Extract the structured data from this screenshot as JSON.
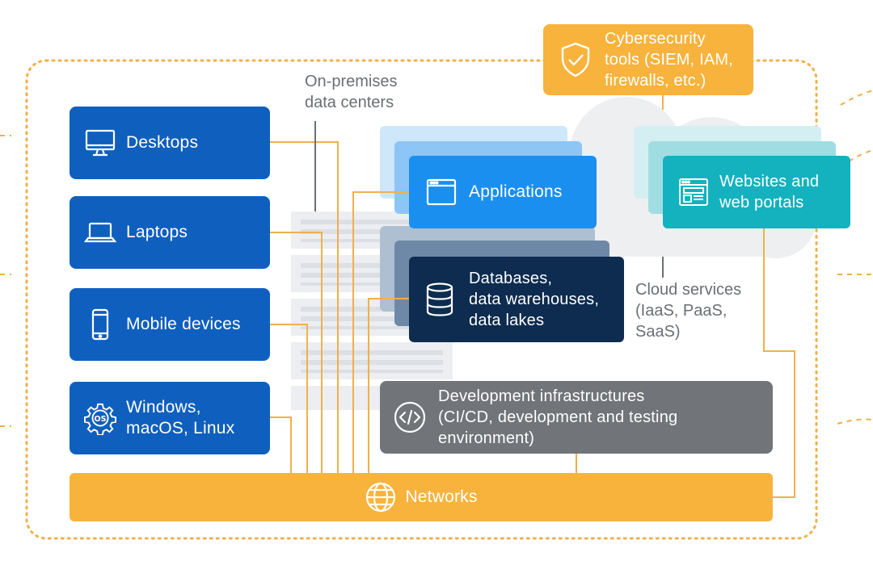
{
  "labels": {
    "on_premises": [
      "On-premises",
      "data centers"
    ],
    "cloud_services": [
      "Cloud services",
      "(IaaS, PaaS,",
      "SaaS)"
    ]
  },
  "devices": [
    {
      "id": "desktops",
      "label": "Desktops",
      "icon": "monitor-icon"
    },
    {
      "id": "laptops",
      "label": "Laptops",
      "icon": "laptop-icon"
    },
    {
      "id": "mobile",
      "label": "Mobile devices",
      "icon": "smartphone-icon"
    },
    {
      "id": "os",
      "label": "Windows,\nmacOS, Linux",
      "icon": "os-gear-icon"
    }
  ],
  "security": {
    "label": "Cybersecurity\ntools (SIEM, IAM,\nfirewalls, etc.)",
    "icon": "shield-check-icon"
  },
  "applications": {
    "label": "Applications",
    "icon": "app-window-icon"
  },
  "websites": {
    "label": "Websites and\nweb portals",
    "icon": "web-portal-icon"
  },
  "databases": {
    "label": "Databases,\ndata warehouses,\ndata lakes",
    "icon": "database-icon"
  },
  "development": {
    "label": "Development infrastructures\n(CI/CD, development and testing\nenvironment)",
    "icon": "code-icon"
  },
  "networks": {
    "label": "Networks",
    "icon": "globe-icon"
  },
  "colors": {
    "device_blue": "#0f5fbe",
    "app_blue": "#1a8ff0",
    "web_teal": "#13b2be",
    "db_navy": "#0d2c4f",
    "dev_gray": "#717479",
    "accent_orange": "#f8b33c",
    "connector_orange": "#f0b04a",
    "label_gray": "#6b6f73"
  }
}
